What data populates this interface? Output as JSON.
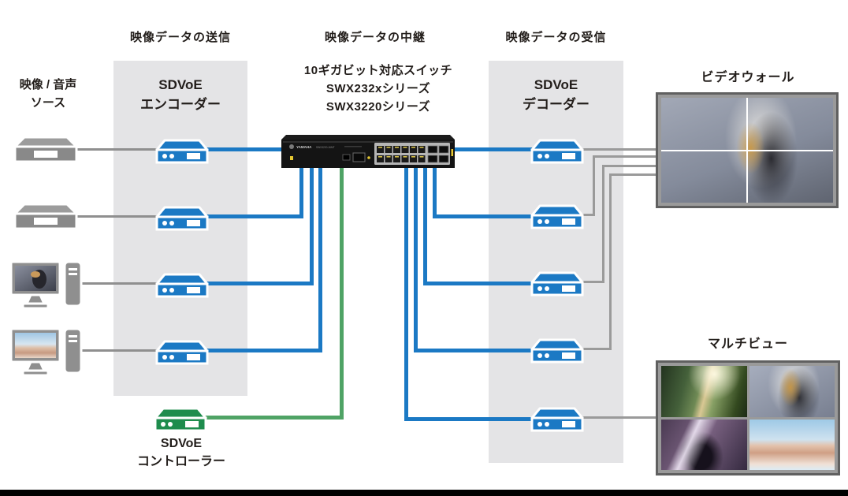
{
  "sections": [
    {
      "label": "映像データの送信"
    },
    {
      "label": "映像データの中継"
    },
    {
      "label": "映像データの受信"
    }
  ],
  "source": {
    "line1": "映像 / 音声",
    "line2": "ソース"
  },
  "encoder": {
    "line1": "SDVoE",
    "line2": "エンコーダー"
  },
  "switch": {
    "title1": "10ギガビット対応スイッチ",
    "title2": "SWX232xシリーズ",
    "title3": "SWX3220シリーズ",
    "brand": "YAMAHA",
    "model": "SWX3220-16MT"
  },
  "decoder": {
    "line1": "SDVoE",
    "line2": "デコーダー"
  },
  "controller": {
    "line1": "SDVoE",
    "line2": "コントローラー"
  },
  "videowall": {
    "label": "ビデオウォール"
  },
  "multiview": {
    "label": "マルチビュー"
  },
  "colors": {
    "encoder-blue": "#1b79c4",
    "controller-green": "#1e8c4d",
    "link-green": "#4fa365",
    "link-gray": "#8f8f8f",
    "display-link-gray": "#9a9a9a",
    "device-gray": "#8f8f8f",
    "box-gray": "#e4e4e6",
    "label-dark": "#221d1a"
  }
}
